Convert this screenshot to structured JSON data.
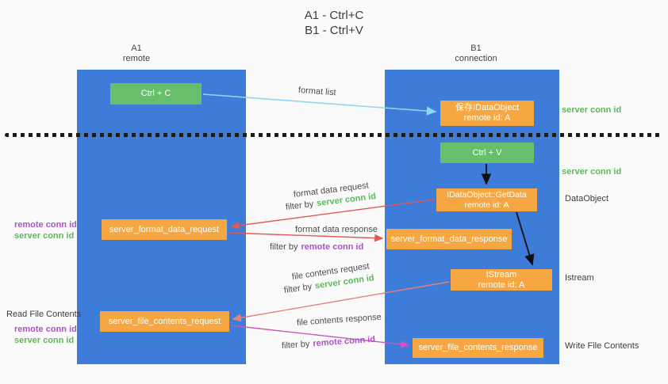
{
  "title": {
    "line1": "A1 - Ctrl+C",
    "line2": "B1 - Ctrl+V"
  },
  "lanes": {
    "left": {
      "name": "A1",
      "role": "remote"
    },
    "right": {
      "name": "B1",
      "role": "connection"
    }
  },
  "nodes": {
    "ctrl_c": {
      "label": "Ctrl + C"
    },
    "ctrl_v": {
      "label": "Ctrl + V"
    },
    "save_dataobject": {
      "line1": "保存IDataObject",
      "line2": "remote id: A"
    },
    "getdata": {
      "line1": "IDataObject::GetData",
      "line2": "remote id: A"
    },
    "istream": {
      "line1": "IStream",
      "line2": "remote id: A"
    },
    "format_request": {
      "label": "server_format_data_request"
    },
    "format_response": {
      "label": "server_format_data_response"
    },
    "file_request": {
      "label": "server_file_contents_request"
    },
    "file_response": {
      "label": "server_file_contents_response"
    }
  },
  "labels": {
    "format_list": "format list",
    "format_data_request": "format data request",
    "format_data_response": "format data response",
    "file_contents_request": "file contents request",
    "file_contents_response": "file contents response",
    "filter_by": "filter by",
    "server_conn_id": "server conn id",
    "remote_conn_id": "remote conn id",
    "dataobject": "DataObject",
    "istream": "Istream",
    "read_file_contents": "Read File Contents",
    "write_file_contents": "Write File Contents"
  },
  "colors": {
    "lane_blue": "#3d7cd8",
    "node_green": "#68bf6b",
    "node_orange": "#f6a742",
    "text_green": "#5cb85c",
    "text_purple": "#a855c8",
    "arrow_red": "#e05a50",
    "arrow_salmon": "#e9807a",
    "arrow_magenta": "#cc55be",
    "arrow_blue": "#8fd6f2",
    "arrow_black": "#111111"
  }
}
